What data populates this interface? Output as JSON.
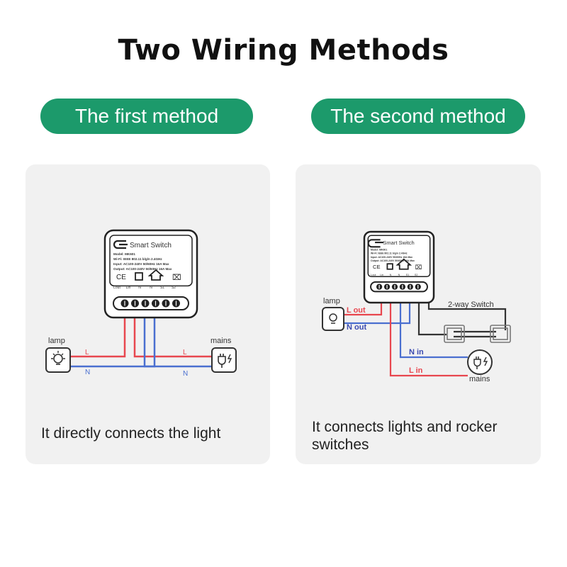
{
  "title": "Two Wiring Methods",
  "methods": [
    {
      "label": "The first method",
      "caption": "It directly connects the light",
      "lamp_label": "lamp",
      "mains_label": "mains",
      "wire_labels": {
        "l_left": "L",
        "l_right": "L",
        "n_left": "N",
        "n_right": "N"
      }
    },
    {
      "label": "The second method",
      "caption": "It connects lights and rocker switches",
      "lamp_label": "lamp",
      "mains_label": "mains",
      "switch_label": "2-way Switch",
      "wire_labels": {
        "l_out": "L out",
        "n_out": "N out",
        "n_in": "N in",
        "l_in": "L in"
      }
    }
  ],
  "device": {
    "name": "Smart Switch",
    "specs": [
      "Model: MK601",
      "Wi-Fi: IEEE 802.11  b/g/n 2.4GHz",
      "Input: AC100-240V  50/60Hz  16A Max",
      "Output: AC100-240V  50/60Hz  16A Max"
    ],
    "terminals": [
      "Lout",
      "Lin",
      "N",
      "N",
      "S1",
      "S2"
    ]
  },
  "colors": {
    "accent": "#1c9a6b",
    "live": "#e8474f",
    "neutral": "#4a6fd0",
    "switch_wire": "#333333"
  }
}
